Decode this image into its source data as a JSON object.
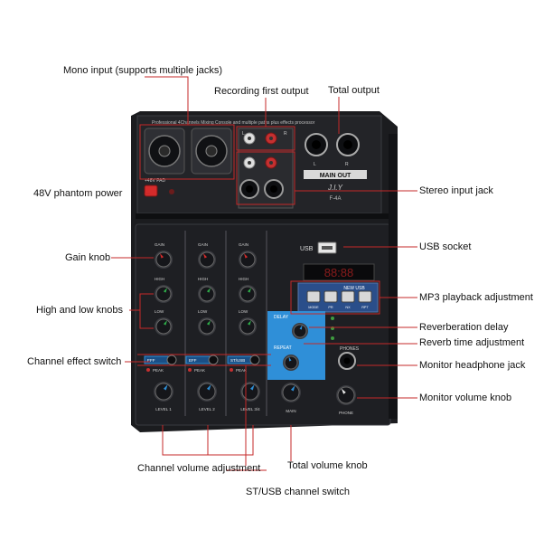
{
  "labels": {
    "mono_input": "Mono input (supports multiple jacks)",
    "recording_first_output": "Recording first output",
    "total_output": "Total output",
    "phantom_power": "48V phantom power",
    "stereo_input_jack": "Stereo input jack",
    "gain_knob": "Gain knob",
    "usb_socket": "USB socket",
    "mp3_playback": "MP3 playback adjustment",
    "high_low_knobs": "High and low knobs",
    "reverb_delay": "Reverberation delay",
    "reverb_time": "Reverb time adjustment",
    "channel_effect_switch": "Channel effect switch",
    "monitor_headphone_jack": "Monitor headphone jack",
    "monitor_volume_knob": "Monitor volume knob",
    "channel_volume_adjustment": "Channel volume adjustment",
    "total_volume_knob": "Total volume knob",
    "st_usb_switch": "ST/USB channel switch"
  },
  "device": {
    "header_text": "Professional 4Channels Mixing Console and multiple paths plus effects processor",
    "brand": "J.I.Y",
    "model": "F-4A",
    "main_out": "MAIN OUT",
    "phantom": "+48V PAD",
    "usb": "USB",
    "display": "88:88",
    "mp3_brand": "NEW USB",
    "mp3_buttons": [
      "MODE",
      "PR",
      "NX",
      "RPT"
    ],
    "delay": "DELAY",
    "repeat": "REPEAT",
    "phones_top": "PHONES",
    "phones_knob": "PHONE",
    "main_knob": "MAIN",
    "level_labels": [
      "LEVEL 1",
      "LEVEL 2",
      "LEVEL 3/4"
    ],
    "knob_labels": [
      "GAIN",
      "HIGH",
      "LOW"
    ],
    "effect_labels": [
      "EFF",
      "EFF",
      "ST/USB"
    ],
    "peak": "PEAK",
    "rca_l": "L",
    "rca_r": "R",
    "jack_l": "L",
    "jack_r": "R"
  },
  "colors": {
    "body": "#1b1c1f",
    "panel": "#2a2b2f",
    "red_knob": "#d42b2b",
    "green_knob": "#2fae4a",
    "blue_knob": "#2d8fd6",
    "panel_blue": "#2f8fd8",
    "white_knob": "#e8e8e8",
    "annotation_line": "#c62828"
  }
}
